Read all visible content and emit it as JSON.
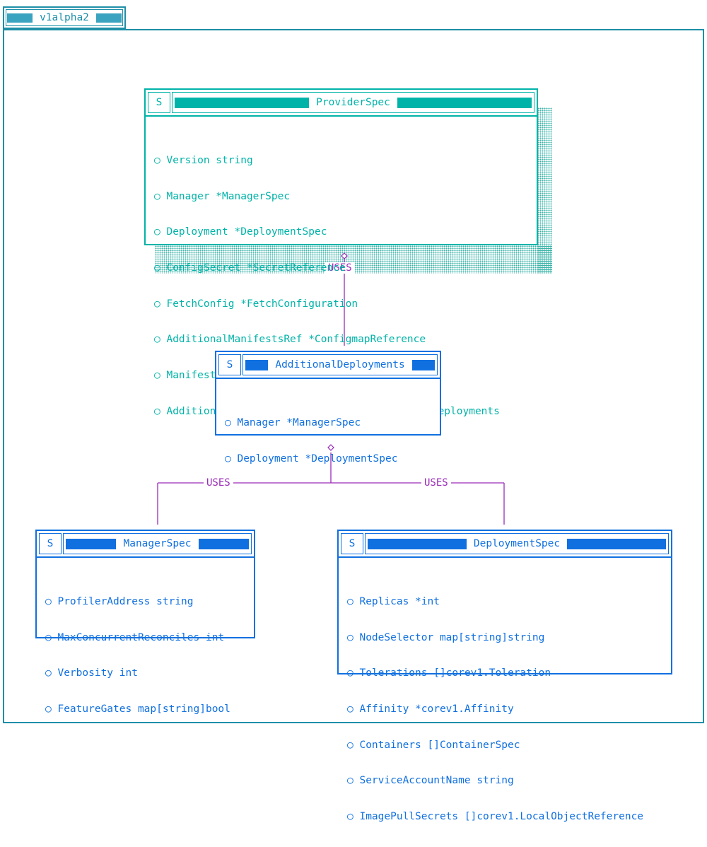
{
  "package": {
    "name": "v1alpha2"
  },
  "classes": {
    "provider_spec": {
      "stereotype": "S",
      "name": "ProviderSpec",
      "fields": [
        "○ Version string",
        "○ Manager *ManagerSpec",
        "○ Deployment *DeploymentSpec",
        "○ ConfigSecret *SecretReference",
        "○ FetchConfig *FetchConfiguration",
        "○ AdditionalManifestsRef *ConfigmapReference",
        "○ ManifestPatches []string",
        "○ AdditionalDeployments map[string]AdditionalDeployments"
      ]
    },
    "additional_deployments": {
      "stereotype": "S",
      "name": "AdditionalDeployments",
      "fields": [
        "○ Manager *ManagerSpec",
        "○ Deployment *DeploymentSpec"
      ]
    },
    "manager_spec": {
      "stereotype": "S",
      "name": "ManagerSpec",
      "fields": [
        "○ ProfilerAddress string",
        "○ MaxConcurrentReconciles int",
        "○ Verbosity int",
        "○ FeatureGates map[string]bool"
      ]
    },
    "deployment_spec": {
      "stereotype": "S",
      "name": "DeploymentSpec",
      "fields": [
        "○ Replicas *int",
        "○ NodeSelector map[string]string",
        "○ Tolerations []corev1.Toleration",
        "○ Affinity *corev1.Affinity",
        "○ Containers []ContainerSpec",
        "○ ServiceAccountName string",
        "○ ImagePullSecrets []corev1.LocalObjectReference"
      ]
    }
  },
  "relations": {
    "provider_to_additional": "USES",
    "additional_to_manager": "USES",
    "additional_to_deployment": "USES"
  },
  "colors": {
    "frame": "#1e8fa8",
    "teal": "#00b3a8",
    "blue": "#1070e0",
    "relation": "#9a2bb8"
  }
}
